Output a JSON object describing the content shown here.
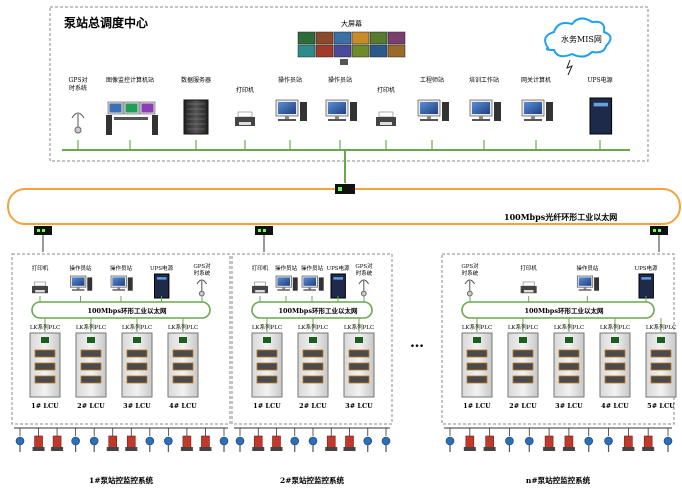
{
  "control_center": {
    "title": "泵站总调度中心",
    "big_screen_label": "大屏幕",
    "cloud_label": "水务MIS网",
    "devices": [
      {
        "label": "GPS对时系统",
        "icon": "gps-antenna-icon"
      },
      {
        "label": "图像监控计算机站",
        "icon": "workstation-icon"
      },
      {
        "label": "数据服务器",
        "icon": "server-rack-icon"
      },
      {
        "label": "打印机",
        "icon": "printer-icon"
      },
      {
        "label": "操作员站",
        "icon": "workstation-icon"
      },
      {
        "label": "操作员站",
        "icon": "workstation-icon"
      },
      {
        "label": "打印机",
        "icon": "printer-icon"
      },
      {
        "label": "工程师站",
        "icon": "workstation-icon"
      },
      {
        "label": "培训工作站",
        "icon": "workstation-icon"
      },
      {
        "label": "网关计算机",
        "icon": "workstation-icon"
      },
      {
        "label": "UPS电源",
        "icon": "ups-icon"
      }
    ]
  },
  "ring_network": {
    "label": "100Mbps光纤环形工业以太网"
  },
  "stations": [
    {
      "name": "1#泵站控监控系统",
      "network_label": "100Mbps环形工业以太网",
      "devices": [
        "打印机",
        "操作员站",
        "操作员站",
        "UPS电源",
        "GPS对时系统"
      ],
      "plcs": [
        "LK系列PLC",
        "LK系列PLC",
        "LK系列PLC",
        "LK系列PLC"
      ],
      "lcus": [
        "1# LCU",
        "2# LCU",
        "3# LCU",
        "4# LCU"
      ]
    },
    {
      "name": "2#泵站控监控系统",
      "network_label": "100Mbps环形工业以太网",
      "devices": [
        "打印机",
        "操作员站",
        "操作员站",
        "UPS电源",
        "GPS对时系统"
      ],
      "plcs": [
        "LK系列PLC",
        "LK系列PLC",
        "LK系列PLC"
      ],
      "lcus": [
        "1# LCU",
        "2# LCU",
        "3# LCU"
      ]
    },
    {
      "name": "n#泵站控监控系统",
      "network_label": "100Mbps环形工业以太网",
      "devices": [
        "GPS对时系统",
        "打印机",
        "操作员站",
        "UPS电源"
      ],
      "plcs": [
        "LK系列PLC",
        "LK系列PLC",
        "LK系列PLC",
        "LK系列PLC",
        "LK系列PLC"
      ],
      "lcus": [
        "1# LCU",
        "2# LCU",
        "3# LCU",
        "4# LCU",
        "5# LCU"
      ]
    }
  ],
  "ellipsis": "…",
  "colors": {
    "network_line": "#6aa84f",
    "ring": "#f4a23c",
    "cloud": "#1da1f2",
    "dash_border": "#888888",
    "pump_red": "#c0392b",
    "valve_blue": "#2c6fb7"
  }
}
